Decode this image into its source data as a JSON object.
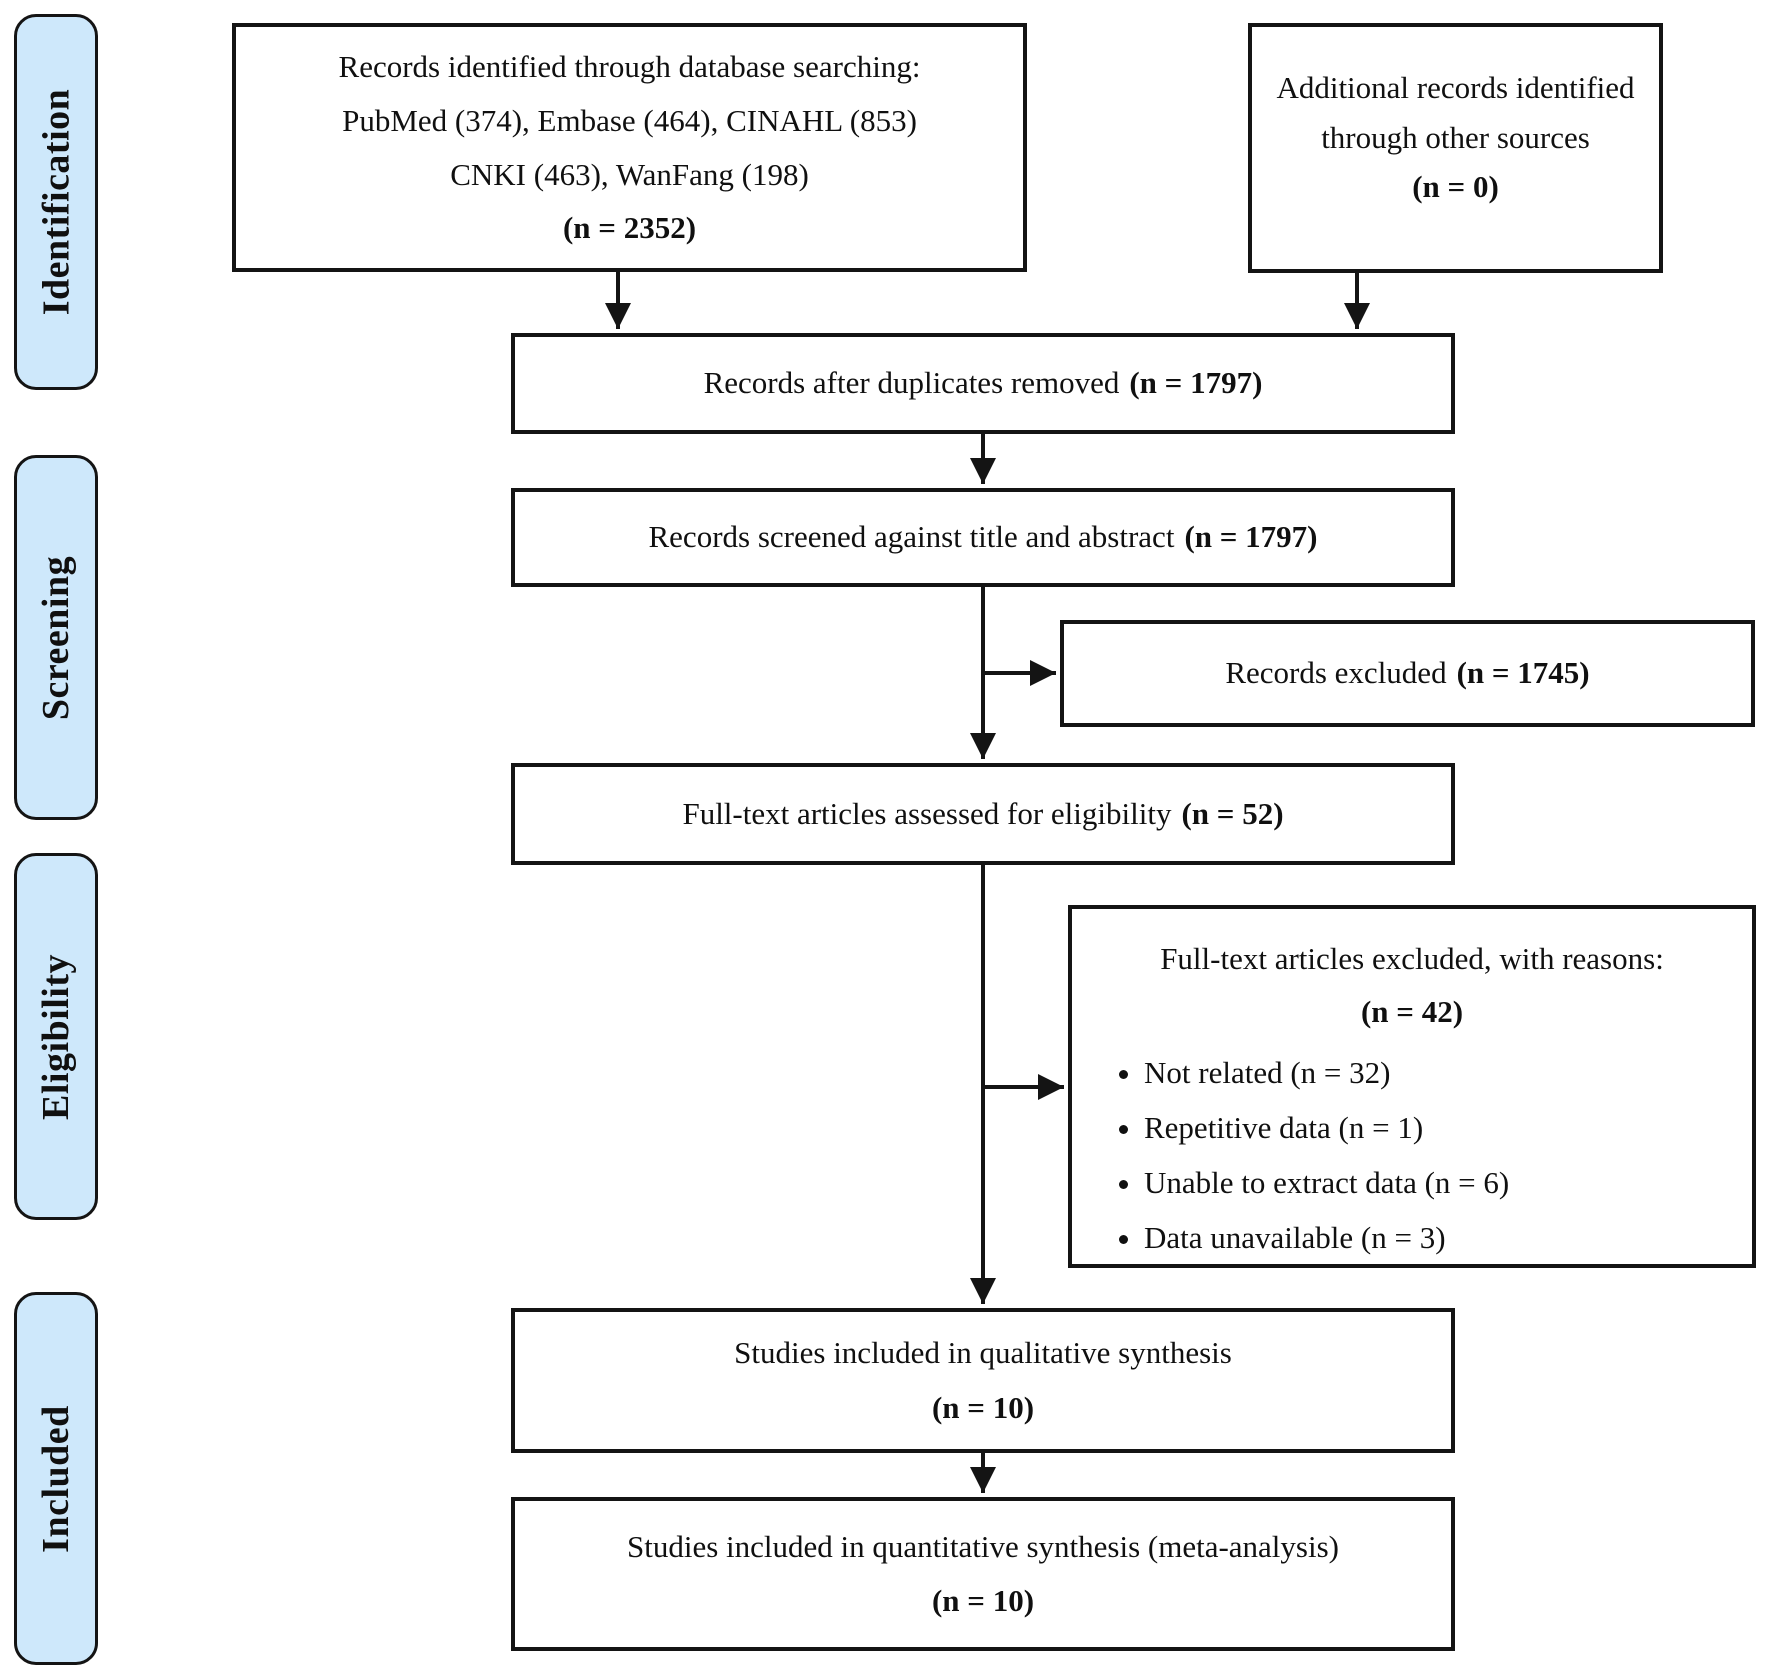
{
  "stages": [
    {
      "label": "Identification"
    },
    {
      "label": "Screening"
    },
    {
      "label": "Eligibility"
    },
    {
      "label": "Included"
    }
  ],
  "boxes": {
    "identified": {
      "lines": [
        "Records identified through database searching:",
        "PubMed (374), Embase (464), CINAHL (853)",
        "CNKI (463), WanFang (198)"
      ],
      "count": "(n = 2352)"
    },
    "other_sources": {
      "lines": [
        "Additional records identified",
        "through other sources"
      ],
      "count": "(n = 0)"
    },
    "after_duplicates": {
      "text": "Records after duplicates removed",
      "count": "(n = 1797)"
    },
    "screened": {
      "text": "Records screened against title and abstract",
      "count": "(n = 1797)"
    },
    "records_excluded": {
      "text": "Records excluded",
      "count": "(n = 1745)"
    },
    "fulltext_assessed": {
      "text": "Full-text articles assessed for eligibility",
      "count": "(n = 52)"
    },
    "fulltext_excluded": {
      "title": "Full-text articles excluded, with reasons:",
      "count": "(n = 42)",
      "reasons": [
        "Not related (n = 32)",
        "Repetitive data (n = 1)",
        "Unable to extract data (n = 6)",
        "Data unavailable (n = 3)"
      ]
    },
    "qualitative": {
      "text": "Studies included in qualitative synthesis",
      "count": "(n = 10)"
    },
    "quantitative": {
      "text": "Studies included in quantitative synthesis (meta-analysis)",
      "count": "(n = 10)"
    }
  },
  "colors": {
    "stage_fill": "#cee8fb",
    "line": "#141414",
    "text": "#101010",
    "background": "#ffffff"
  }
}
